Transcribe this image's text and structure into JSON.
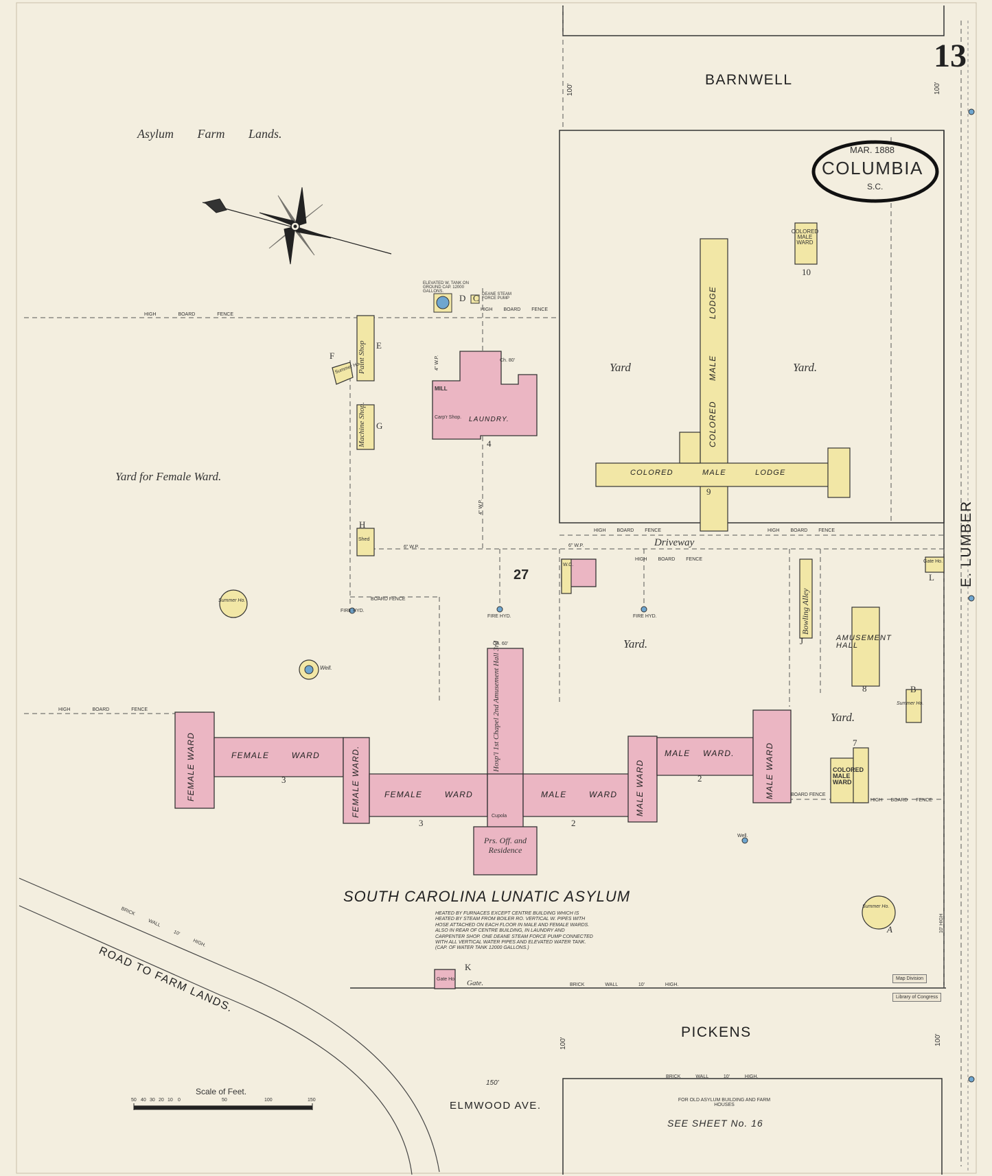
{
  "sheet_number": "13",
  "title_cartouche": {
    "date": "MAR. 1888",
    "city": "COLUMBIA",
    "state": "S.C."
  },
  "streets": {
    "north": "BARNWELL",
    "south": "PICKENS",
    "east": "E. LUMBER",
    "elmwood": "ELMWOOD AVE.",
    "road": "ROAD TO FARM LANDS."
  },
  "areas": {
    "farm": "Asylum Farm Lands.",
    "female_yard": "Yard for Female Ward.",
    "yard": "Yard",
    "yard_dot": "Yard.",
    "driveway": "Driveway",
    "block": "27"
  },
  "main_title": "SOUTH CAROLINA LUNATIC ASYLUM",
  "heating_note": "HEATED BY FURNACES EXCEPT CENTRE BUILDING WHICH IS HEATED BY STEAM FROM BOILER RO. VERTICAL W. PIPES WITH HOSE ATTACHED ON EACH FLOOR IN MALE AND FEMALE WARDS. ALSO IN REAR OF CENTRE BUILDING, IN LAUNDRY AND CARPENTER SHOP. ONE DEANE STEAM FORCE PUMP CONNECTED WITH ALL VERTICAL WATER PIPES AND ELEVATED WATER TANK. (CAP. OF WATER TANK 12000 GALLONS.)",
  "buildings": {
    "female_ward": "FEMALE WARD",
    "female_ward_dot": "FEMALE WARD.",
    "male_ward": "MALE WARD",
    "male_ward_dot": "MALE WARD.",
    "colored_male_lodge": "COLORED MALE LODGE",
    "colored": "COLORED",
    "male": "MALE",
    "lodge": "LODGE",
    "colored_male_ward": "COLORED MALE WARD",
    "laundry": "LAUNDRY.",
    "mill": "MILL",
    "carpenter": "Carp'r Shop.",
    "paint_shop": "Paint Shop",
    "machine_shop": "Machine Shop.",
    "shed": "Shed",
    "summer_ho": "Summer Ho.",
    "well": "Well.",
    "amusement_hall": "AMUSEMENT HALL",
    "bowling_alley": "Bowling Alley",
    "wc": "W.C.",
    "gate_ho": "Gate Ho.",
    "gate": "Gate.",
    "cupola": "Cupola",
    "prs_off": "Prs. Off. and Residence",
    "center_bldg": "Hosp'l 1st Chapel 2nd Amusement Hall 3rd"
  },
  "letters": [
    "A",
    "B",
    "C",
    "D",
    "E",
    "F",
    "G",
    "H",
    "J",
    "K",
    "L"
  ],
  "numbers": [
    "2",
    "3",
    "4",
    "7",
    "8",
    "9",
    "10"
  ],
  "notes": {
    "tank": "ELEVATED W. TANK ON GROUND CAP. 12000 GALLONS.",
    "pump": "DEANE STEAM FORCE PUMP",
    "fire_hyd": "FIRE HYD.",
    "high_board_fence": "HIGH BOARD FENCE",
    "board_fence": "BOARD FENCE",
    "brick_wall": "BRICK WALL 10' HIGH.",
    "brick_wall_10": "10' HIGH",
    "wp": "6\" W.P.",
    "wp4": "4\" W.P.",
    "ch80": "Ch. 80'",
    "ch60": "Ch. 60'",
    "dim100": "100'",
    "dim150": "150'",
    "old_asylum": "FOR OLD ASYLUM BUILDING AND FARM HOUSES",
    "see_sheet": "SEE SHEET No. 16",
    "stamp1": "Map Division",
    "stamp2": "Library of Congress"
  },
  "scale": {
    "label": "Scale of Feet.",
    "ticks": [
      "50",
      "40",
      "30",
      "20",
      "10",
      "0",
      "50",
      "100",
      "150"
    ]
  },
  "colors": {
    "paper": "#f3eedf",
    "brick": "#ebb6c3",
    "frame": "#f2e7a6",
    "stone": "#6fa6cf",
    "ink": "#333333"
  }
}
